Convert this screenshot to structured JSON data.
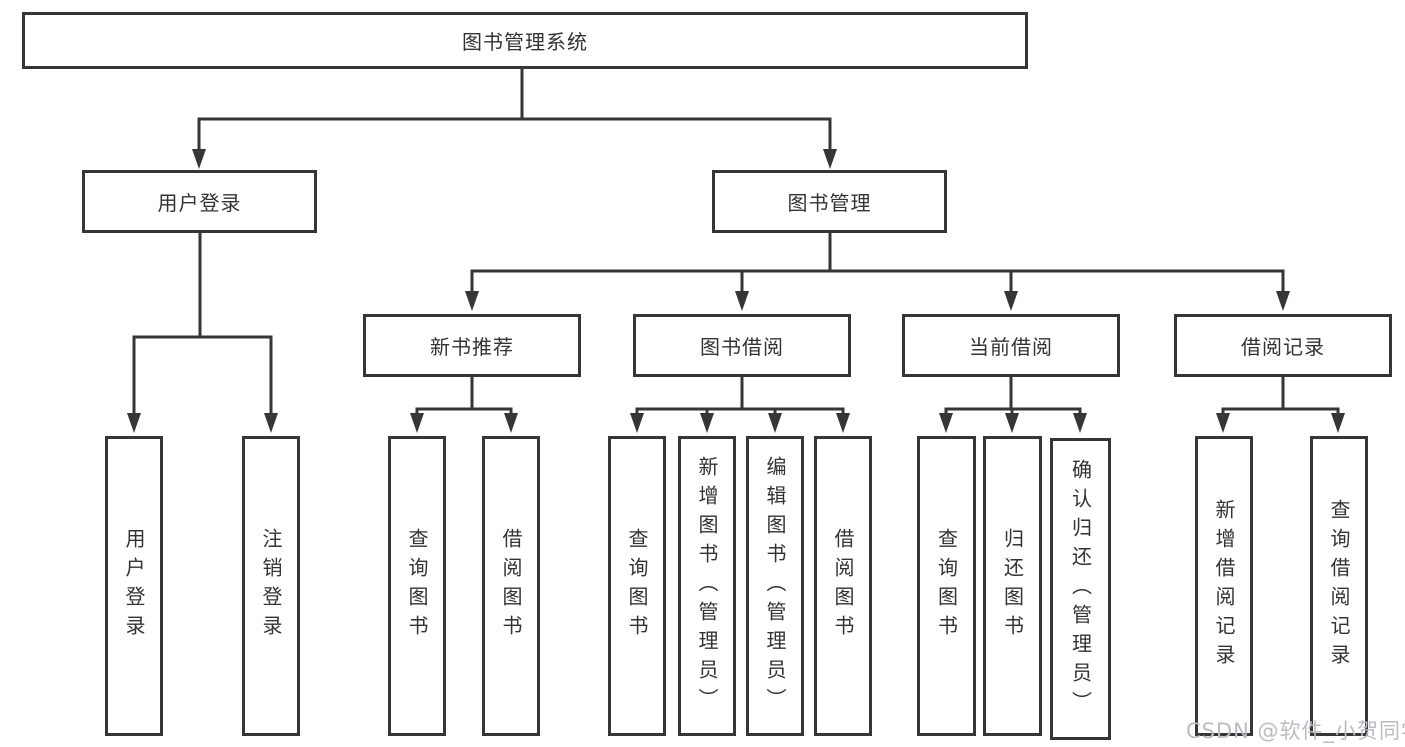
{
  "colors": {
    "line": "#363636",
    "text": "#333333",
    "background": "#ffffff",
    "watermark": "#b9bdc2"
  },
  "watermark": {
    "text": "CSDN @软件_小贺同学"
  },
  "tree": {
    "label": "图书管理系统",
    "children": [
      {
        "label": "用户登录",
        "children": [
          {
            "label": "用户登录"
          },
          {
            "label": "注销登录"
          }
        ]
      },
      {
        "label": "图书管理",
        "children": [
          {
            "label": "新书推荐",
            "children": [
              {
                "label": "查询图书"
              },
              {
                "label": "借阅图书"
              }
            ]
          },
          {
            "label": "图书借阅",
            "children": [
              {
                "label": "查询图书"
              },
              {
                "label": "新增图书（管理员）"
              },
              {
                "label": "编辑图书（管理员）"
              },
              {
                "label": "借阅图书"
              }
            ]
          },
          {
            "label": "当前借阅",
            "children": [
              {
                "label": "查询图书"
              },
              {
                "label": "归还图书"
              },
              {
                "label": "确认归还（管理员）"
              }
            ]
          },
          {
            "label": "借阅记录",
            "children": [
              {
                "label": "新增借阅记录"
              },
              {
                "label": "查询借阅记录"
              }
            ]
          }
        ]
      }
    ]
  }
}
